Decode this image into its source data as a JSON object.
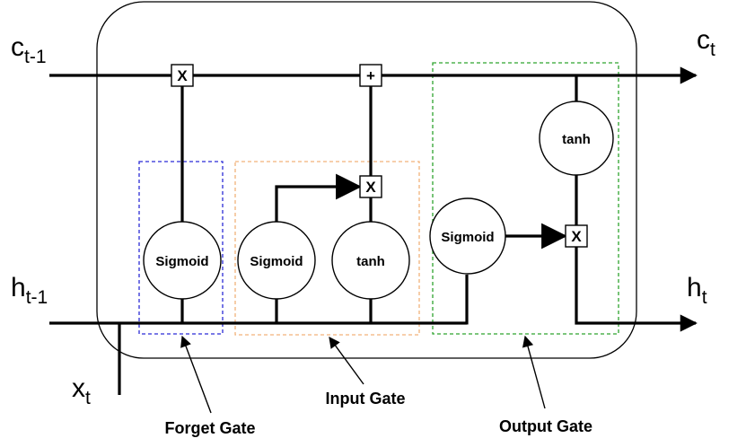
{
  "variables": {
    "c_prev": {
      "base": "c",
      "sub": "t-1"
    },
    "c_next": {
      "base": "c",
      "sub": "t"
    },
    "h_prev": {
      "base": "h",
      "sub": "t-1"
    },
    "h_next": {
      "base": "h",
      "sub": "t"
    },
    "x_in": {
      "base": "x",
      "sub": "t"
    }
  },
  "nodes": {
    "forget_sigmoid": "Sigmoid",
    "input_sigmoid": "Sigmoid",
    "input_tanh": "tanh",
    "output_sigmoid": "Sigmoid",
    "output_tanh": "tanh"
  },
  "operators": {
    "forget_multiply": "X",
    "cell_add": "+",
    "input_multiply": "X",
    "output_multiply": "X"
  },
  "gates": {
    "forget": {
      "label": "Forget Gate",
      "color": "#2b2bd6"
    },
    "input": {
      "label": "Input Gate",
      "color": "#f2b27a"
    },
    "output": {
      "label": "Output Gate",
      "color": "#2ea32e"
    }
  }
}
